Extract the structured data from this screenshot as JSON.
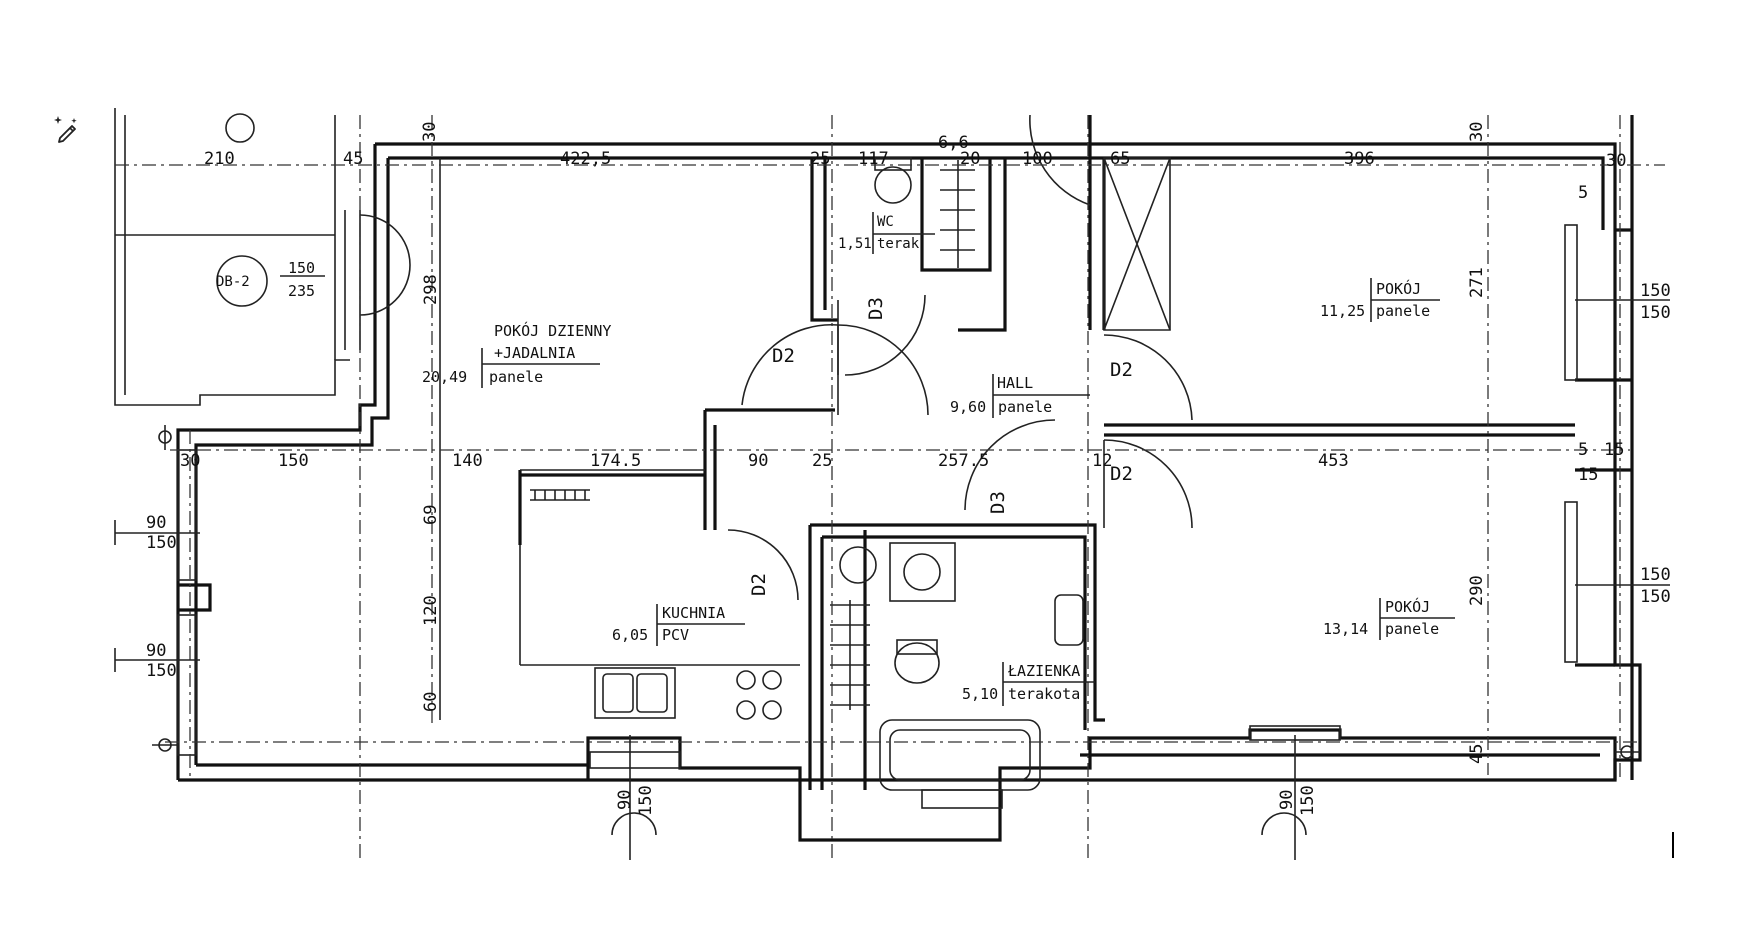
{
  "rooms": [
    {
      "name_line1": "POKÓJ DZIENNY",
      "name_line2": "+JADALNIA",
      "area": "20,49",
      "floor": "panele"
    },
    {
      "name": "WC",
      "area": "1,51",
      "floor": "terak"
    },
    {
      "name": "HALL",
      "area": "9,60",
      "floor": "panele"
    },
    {
      "name": "POKÓJ",
      "area": "11,25",
      "floor": "panele"
    },
    {
      "name": "KUCHNIA",
      "area": "6,05",
      "floor": "PCV"
    },
    {
      "name": "ŁAZIENKA",
      "area": "5,10",
      "floor": "terakota"
    },
    {
      "name": "POKÓJ",
      "area": "13,14",
      "floor": "panele"
    }
  ],
  "doors": {
    "d2": "D2",
    "d3": "D3"
  },
  "tags": {
    "balcony_tag": "DB-2",
    "balcony_w": "150",
    "balcony_h": "235"
  },
  "dims_top": {
    "d210": "210",
    "d45": "45",
    "d30a": "30",
    "d4225": "422,5",
    "d25": "25",
    "d117": "117",
    "d66": "6,6",
    "d20": "20",
    "d100": "100",
    "d65": "65",
    "d396": "396",
    "d30b": "30",
    "d30c": "30",
    "d5a": "5"
  },
  "dims_mid": {
    "d30": "30",
    "d150": "150",
    "d140": "140",
    "d1745": "174.5",
    "d90": "90",
    "d25": "25",
    "d2575": "257.5",
    "d12": "12",
    "d453": "453",
    "d5b": "5",
    "d15a": "15",
    "d15b": "15"
  },
  "dims_vert": {
    "v298": "298",
    "v271": "271",
    "v69": "69",
    "v120": "120",
    "v60": "60",
    "v290": "290",
    "v45": "45"
  },
  "windows": {
    "w_left1_a": "90",
    "w_left1_b": "150",
    "w_left2_a": "90",
    "w_left2_b": "150",
    "w_bot1_a": "90",
    "w_bot1_b": "150",
    "w_bot2_a": "90",
    "w_bot2_b": "150",
    "w_right1_a": "150",
    "w_right1_b": "150",
    "w_right2_a": "150",
    "w_right2_b": "150"
  },
  "icons": {
    "toolbar": "magic-edit-icon"
  }
}
